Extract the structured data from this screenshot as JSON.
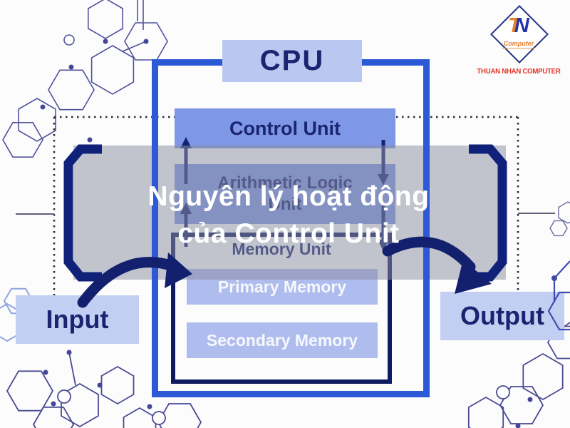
{
  "watermark": {
    "line1": "Nguyên lý hoạt động",
    "line2": "của Control Unit"
  },
  "diagram": {
    "cpu": "CPU",
    "control_unit": "Control Unit",
    "alu_line1": "Arithmetic Logic",
    "alu_line2": "Unit",
    "memory_unit": "Memory Unit",
    "primary_memory": "Primary Memory",
    "secondary_memory": "Secondary Memory",
    "input": "Input",
    "output": "Output"
  },
  "logo": {
    "monogram_t": "T",
    "monogram_n": "N",
    "monogram_caption": "Computer",
    "company": "THUAN NHAN COMPUTER"
  },
  "colors": {
    "frame_blue": "#2c5ad6",
    "light_box": "#c3cff2",
    "medium_box": "#7e97e6",
    "memory_box": "#aebdee",
    "navy_text": "#1b2470",
    "memory_border": "#0e1b5e",
    "watermark_band": "rgba(138,141,162,0.52)",
    "watermark_text": "#ffffff",
    "swoosh_navy": "#13206e",
    "logo_red": "#e0372c",
    "logo_orange": "#e87f2b",
    "logo_blue": "#2633a8"
  }
}
